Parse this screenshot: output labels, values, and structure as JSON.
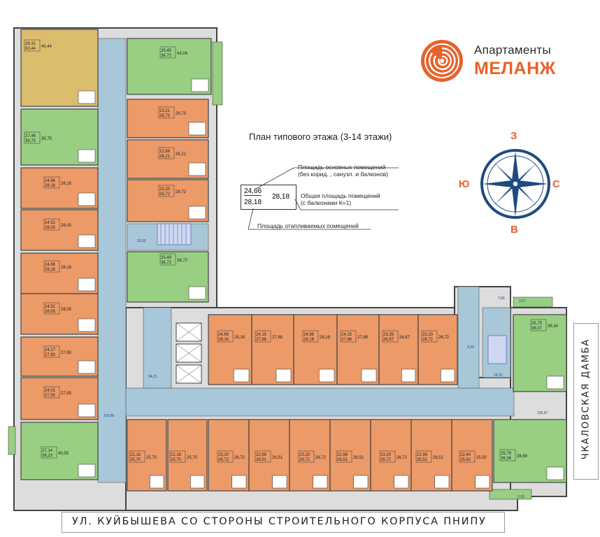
{
  "brand": {
    "name_line1": "Апартаменты",
    "name_line2": "МЕЛАНЖ",
    "accent_color": "#e8622a",
    "logo_icon": "spiral-logo-icon"
  },
  "plan_title": "План типового этажа (3-14 этажи)",
  "compass": {
    "north": "З",
    "south": "В",
    "west": "Ю",
    "east": "С",
    "icon": "compass-rose-icon"
  },
  "legend": {
    "sample_values": {
      "main": "24,66",
      "heated": "28,18",
      "total": "28,18"
    },
    "main_area_label": "Площадь основных помещений\n(без корид. , санузл. и балконов)",
    "total_area_label": "Общая площадь помещений\n(с балконами К=1)",
    "heated_area_label": "Площадь отапливаемых помещений"
  },
  "streets": {
    "bottom": "УЛ. КУЙБЫШЕВА СО СТОРОНЫ СТРОИТЕЛЬНОГО КОРПУСА ПНИПУ",
    "side": "ЧКАЛОВСКАЯ ДАМБА"
  },
  "colors": {
    "orange_unit": "#ec9a68",
    "green_unit": "#98cf82",
    "yellow_unit": "#dcbd6d",
    "corridor": "#a8c7d8",
    "bathroom": "#ffffff",
    "wall": "#444444"
  },
  "units": [
    {
      "id": "u-yellow-top",
      "color": "yellow",
      "a": "39,31",
      "b": "50,44",
      "c": "40,44"
    },
    {
      "id": "u-green-left1",
      "color": "green",
      "a": "27,46",
      "b": "39,75",
      "c": "35,75"
    },
    {
      "id": "u-left-1",
      "color": "orange",
      "a": "24,66",
      "b": "28,18",
      "c": "28,18"
    },
    {
      "id": "u-left-2",
      "color": "orange",
      "a": "24,52",
      "b": "28,05",
      "c": "28,05"
    },
    {
      "id": "u-left-3",
      "color": "orange",
      "a": "24,66",
      "b": "28,18",
      "c": "28,18"
    },
    {
      "id": "u-left-4",
      "color": "orange",
      "a": "24,52",
      "b": "28,05",
      "c": "28,05"
    },
    {
      "id": "u-left-5",
      "color": "orange",
      "a": "24,27",
      "b": "27,80",
      "c": "27,80"
    },
    {
      "id": "u-left-6",
      "color": "orange",
      "a": "24,02",
      "b": "27,55",
      "c": "27,55"
    },
    {
      "id": "u-green-left2",
      "color": "green",
      "a": "27,14",
      "b": "38,23",
      "c": "40,55"
    },
    {
      "id": "u-green-top",
      "color": "green",
      "a": "25,45",
      "b": "36,72",
      "c": "43,04"
    },
    {
      "id": "u-mid-1",
      "color": "orange",
      "a": "23,21",
      "b": "26,73",
      "c": "29,73"
    },
    {
      "id": "u-mid-2",
      "color": "orange",
      "a": "22,69",
      "b": "26,21",
      "c": "26,21"
    },
    {
      "id": "u-mid-3",
      "color": "orange",
      "a": "23,20",
      "b": "26,72",
      "c": "28,72"
    },
    {
      "id": "u-green-mid",
      "color": "green",
      "a": "25,49",
      "b": "36,72",
      "c": "36,72"
    },
    {
      "id": "u-top-1",
      "color": "orange",
      "a": "24,66",
      "b": "28,18",
      "c": "28,18"
    },
    {
      "id": "u-top-2",
      "color": "orange",
      "a": "24,15",
      "b": "27,68",
      "c": "27,68"
    },
    {
      "id": "u-top-3",
      "color": "orange",
      "a": "24,66",
      "b": "28,18",
      "c": "28,18"
    },
    {
      "id": "u-top-4",
      "color": "orange",
      "a": "24,15",
      "b": "27,68",
      "c": "27,68"
    },
    {
      "id": "u-top-5",
      "color": "orange",
      "a": "23,35",
      "b": "26,87",
      "c": "26,87"
    },
    {
      "id": "u-top-6",
      "color": "orange",
      "a": "23,20",
      "b": "26,72",
      "c": "26,72"
    },
    {
      "id": "u-green-right1",
      "color": "green",
      "a": "25,75",
      "b": "36,07",
      "c": "39,34"
    },
    {
      "id": "u-bot-1",
      "color": "orange",
      "a": "22,18",
      "b": "25,70",
      "c": "25,70"
    },
    {
      "id": "u-bot-2",
      "color": "orange",
      "a": "22,18",
      "b": "25,70",
      "c": "25,70"
    },
    {
      "id": "u-bot-3",
      "color": "orange",
      "a": "23,20",
      "b": "26,72",
      "c": "26,72"
    },
    {
      "id": "u-bot-4",
      "color": "orange",
      "a": "22,99",
      "b": "26,51",
      "c": "26,51"
    },
    {
      "id": "u-bot-5",
      "color": "orange",
      "a": "23,20",
      "b": "26,72",
      "c": "26,72"
    },
    {
      "id": "u-bot-6",
      "color": "orange",
      "a": "22,99",
      "b": "26,51",
      "c": "26,51"
    },
    {
      "id": "u-bot-7",
      "color": "orange",
      "a": "23,20",
      "b": "26,72",
      "c": "26,72"
    },
    {
      "id": "u-bot-8",
      "color": "orange",
      "a": "22,99",
      "b": "26,51",
      "c": "26,51"
    },
    {
      "id": "u-bot-9",
      "color": "orange",
      "a": "22,40",
      "b": "25,92",
      "c": "25,92"
    },
    {
      "id": "u-green-right2",
      "color": "green",
      "a": "25,79",
      "b": "36,36",
      "c": "38,69"
    }
  ],
  "corridor_labels": [
    "116,58",
    "24,21",
    "106,97",
    "19,53",
    "9,30",
    "19,31",
    "7,86",
    "3,27",
    "2,33"
  ]
}
